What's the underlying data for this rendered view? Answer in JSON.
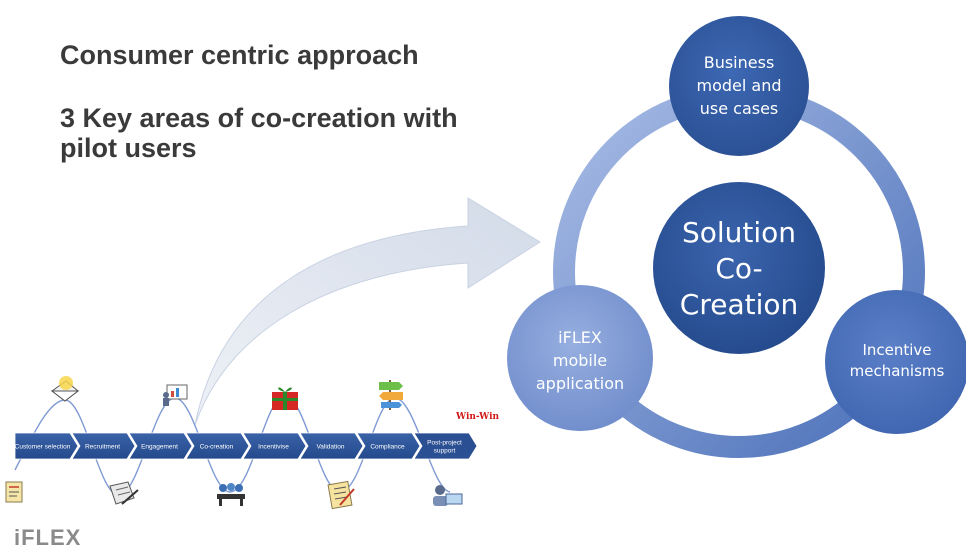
{
  "heading": {
    "line1": "Consumer centric approach",
    "line2": "3 Key areas of co-creation with pilot users"
  },
  "cycle": {
    "center": [
      "Solution",
      "Co-",
      "Creation"
    ],
    "top": [
      "Business",
      "model and",
      "use cases"
    ],
    "right": [
      "Incentive",
      "mechanisms"
    ],
    "left": [
      "iFLEX",
      "mobile",
      "application"
    ]
  },
  "process": {
    "steps": [
      [
        "Customer selection"
      ],
      [
        "Recruitment"
      ],
      [
        "Engagement"
      ],
      [
        "Co-creation"
      ],
      [
        "Incentivise"
      ],
      [
        "Validation"
      ],
      [
        "Compliance"
      ],
      [
        "Post-project",
        "support"
      ]
    ],
    "result": "Win-Win"
  },
  "icons": {
    "above": [
      "envelope-icon",
      "presentation-icon",
      "gift-icon",
      "signpost-icon"
    ],
    "below": [
      "document-icon",
      "contract-icon",
      "meeting-icon",
      "checklist-icon",
      "support-icon"
    ]
  },
  "logo": "iFLEX",
  "colors": {
    "ring": "#8ea9db",
    "node_dark": "#2f5597",
    "node_mid": "#4f74bf",
    "node_light": "#7f9bd4",
    "arrow": "#dfe4ee",
    "chevron": "#2f5597",
    "title": "#3a3a3a"
  }
}
